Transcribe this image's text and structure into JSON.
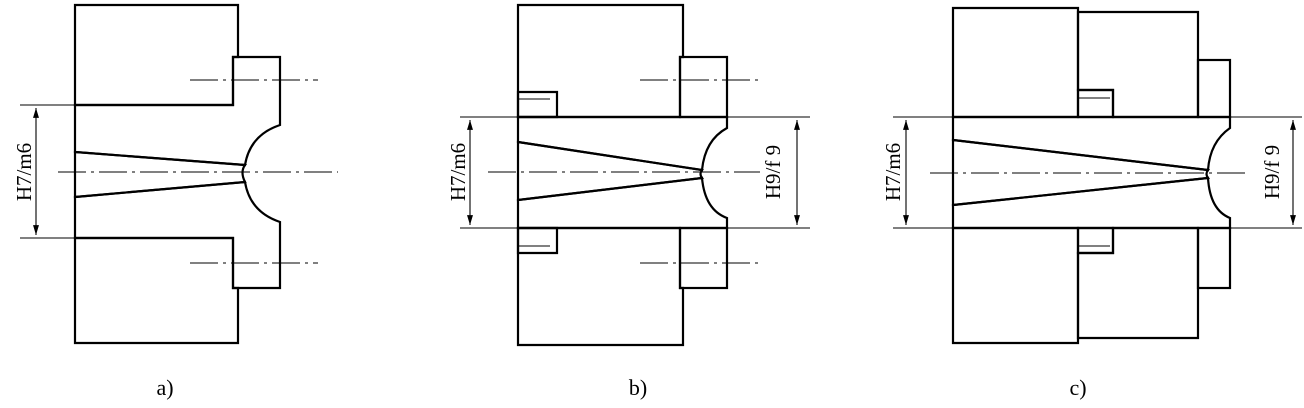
{
  "figure": {
    "views": [
      {
        "id": "a",
        "caption": "a)",
        "fits": [
          "H7/m6"
        ]
      },
      {
        "id": "b",
        "caption": "b)",
        "fits": [
          "H7/m6",
          "H9/f 9"
        ]
      },
      {
        "id": "c",
        "caption": "c)",
        "fits": [
          "H7/m6",
          "H9/f 9"
        ]
      }
    ]
  }
}
